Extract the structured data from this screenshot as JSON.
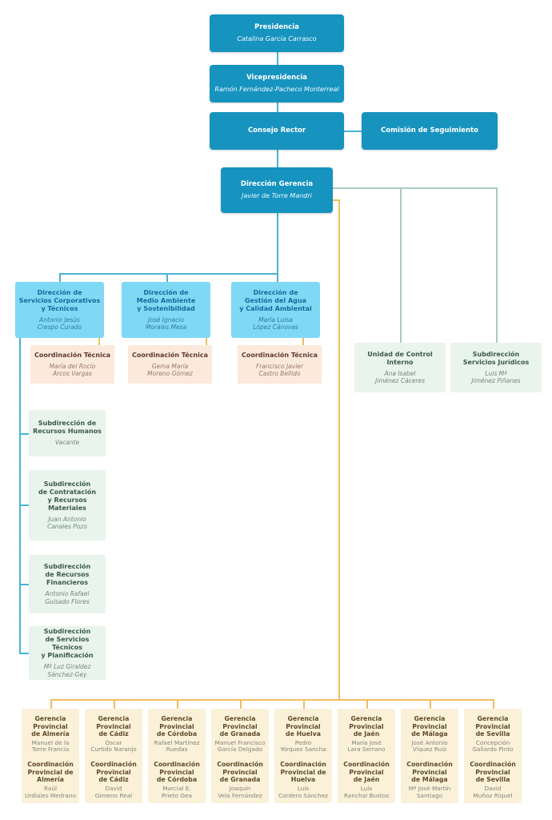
{
  "palette": {
    "dark_box": "#1793BF",
    "light_blue_box": "#7FD9F5",
    "pink_box": "#FBE9DC",
    "green_box": "#E8F4EC",
    "cream_box": "#FAF1D8",
    "blue_line": "#48B4D8",
    "green_line": "#A9CDBB",
    "orange_line": "#F0BE60"
  },
  "nodes": {
    "presidencia": {
      "title": "Presidencia",
      "name": "Catalina García Carrasco"
    },
    "vicepresidencia": {
      "title": "Vicepresidencia",
      "name": "Ramón Fernández-Pacheco Monterreal"
    },
    "consejo_rector": {
      "title": "Consejo Rector"
    },
    "comision_seguimiento": {
      "title": "Comisión de Seguimiento"
    },
    "direccion_gerencia": {
      "title": "Dirección Gerencia",
      "name": "Javier de Torre Mandri"
    },
    "direcciones": [
      {
        "title": "Dirección de\nServicios Corporativos\ny Técnicos",
        "name": "Antonio Jesús\nCrespo Curado"
      },
      {
        "title": "Dirección de\nMedio Ambiente\ny Sostenibilidad",
        "name": "José Ignacio\nMorales Mesa"
      },
      {
        "title": "Dirección de\nGestión del Agua\ny Calidad Ambiental",
        "name": "María Luisa\nLópez Cánovas"
      }
    ],
    "coordinaciones_tecnicas": [
      {
        "title": "Coordinación Técnica",
        "name": "María del Rocío\nArcos Vargas"
      },
      {
        "title": "Coordinación Técnica",
        "name": "Gema María\nMoreno Gómez"
      },
      {
        "title": "Coordinación Técnica",
        "name": "Francisco Javier\nCastro Bellido"
      }
    ],
    "unidades_staff": [
      {
        "title": "Unidad de Control\nInterno",
        "name": "Ana Isabel\nJiménez Cáceres"
      },
      {
        "title": "Subdirección\nServicios Jurídicos",
        "name": "Luis Mª\nJiménez Piñanes"
      }
    ],
    "subdirecciones": [
      {
        "title": "Subdirección de\nRecursos Humanos",
        "name": "Vacante"
      },
      {
        "title": "Subdirección\nde Contratación\ny Recursos\nMateriales",
        "name": "Juan Antonio\nCanales Pozo"
      },
      {
        "title": "Subdirección\nde Recursos\nFinancieros",
        "name": "Antonio Rafael\nGuisado Flores"
      },
      {
        "title": "Subdirección\nde Servicios Técnicos\ny Planificación",
        "name": "Mª Luz Giraldez\nSánchez-Gey"
      }
    ],
    "provincias": [
      {
        "gerencia": {
          "title": "Gerencia\nProvincial\nde Almería",
          "name": "Manuel de la\nTorre Francia"
        },
        "coordinacion": {
          "title": "Coordinación\nProvincial de\nAlmería",
          "name": "Raúl\nUrdiales Medrano"
        }
      },
      {
        "gerencia": {
          "title": "Gerencia\nProvincial\nde Cádiz",
          "name": "Óscar\nCurtido Naranjo"
        },
        "coordinacion": {
          "title": "Coordinación\nProvincial\nde Cádiz",
          "name": "David\nGimeno Real"
        }
      },
      {
        "gerencia": {
          "title": "Gerencia\nProvincial\nde Córdoba",
          "name": "Rafael Martínez\nRuedas"
        },
        "coordinacion": {
          "title": "Coordinación\nProvincial\nde Córdoba",
          "name": "Marcial E.\nPrieto Gea"
        }
      },
      {
        "gerencia": {
          "title": "Gerencia\nProvincial\nde Granada",
          "name": "Manuel Francisco\nGarcía Delgado"
        },
        "coordinacion": {
          "title": "Coordinación\nProvincial\nde Granada",
          "name": "Joaquín\nVela Fernández"
        }
      },
      {
        "gerencia": {
          "title": "Gerencia\nProvincial\nde Huelva",
          "name": "Pedro\nYórquez Sancha"
        },
        "coordinacion": {
          "title": "Coordinación\nProvincial de\nHuelva",
          "name": "Luis\nCordero Sánchez"
        }
      },
      {
        "gerencia": {
          "title": "Gerencia\nProvincial\nde Jaén",
          "name": "María José\nLara Serrano"
        },
        "coordinacion": {
          "title": "Coordinación\nProvincial\nde Jaén",
          "name": "Luis\nRanchal Bustos"
        }
      },
      {
        "gerencia": {
          "title": "Gerencia\nProvincial\nde Málaga",
          "name": "José Antonio\nVíquez Ruiz"
        },
        "coordinacion": {
          "title": "Coordinación\nProvincial\nde Málaga",
          "name": "Mª José Martín\nSantiago"
        }
      },
      {
        "gerencia": {
          "title": "Gerencia\nProvincial\nde Sevilla",
          "name": "Concepción\nGallardo Pinto"
        },
        "coordinacion": {
          "title": "Coordinación\nProvincial\nde Sevilla",
          "name": "David\nMuñoz Riquel"
        }
      }
    ]
  }
}
